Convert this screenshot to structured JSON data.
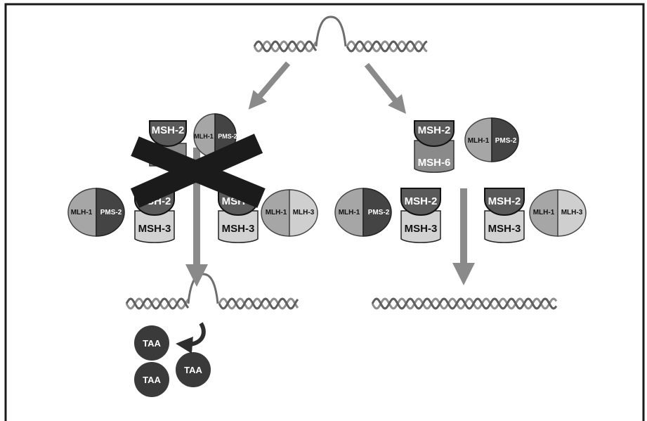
{
  "labels": {
    "msh2": "MSH-2",
    "msh3": "MSH-3",
    "msh6": "MSH-6",
    "mlh1": "MLH-1",
    "pms2": "PMS-2",
    "mlh3": "MLH-3",
    "taa": "TAA"
  },
  "colors": {
    "frame": "#1a1a1a",
    "arrow": "#8a8a8a",
    "msh_dark": "#5a5a5a",
    "msh_light": "#d2d2d2",
    "mlh1": "#a6a6a6",
    "pms2": "#444444",
    "mlh3": "#cfcfcf",
    "cross": "#1b1b1b",
    "taa": "#3a3a3a",
    "dna": "#8f8f8f"
  },
  "icons": {
    "dna_loop": "dna-with-insertion-loop-icon",
    "dna_plain": "dna-double-helix-icon",
    "cross": "x-cross-icon",
    "curved_arrow": "curved-arrow-icon"
  }
}
